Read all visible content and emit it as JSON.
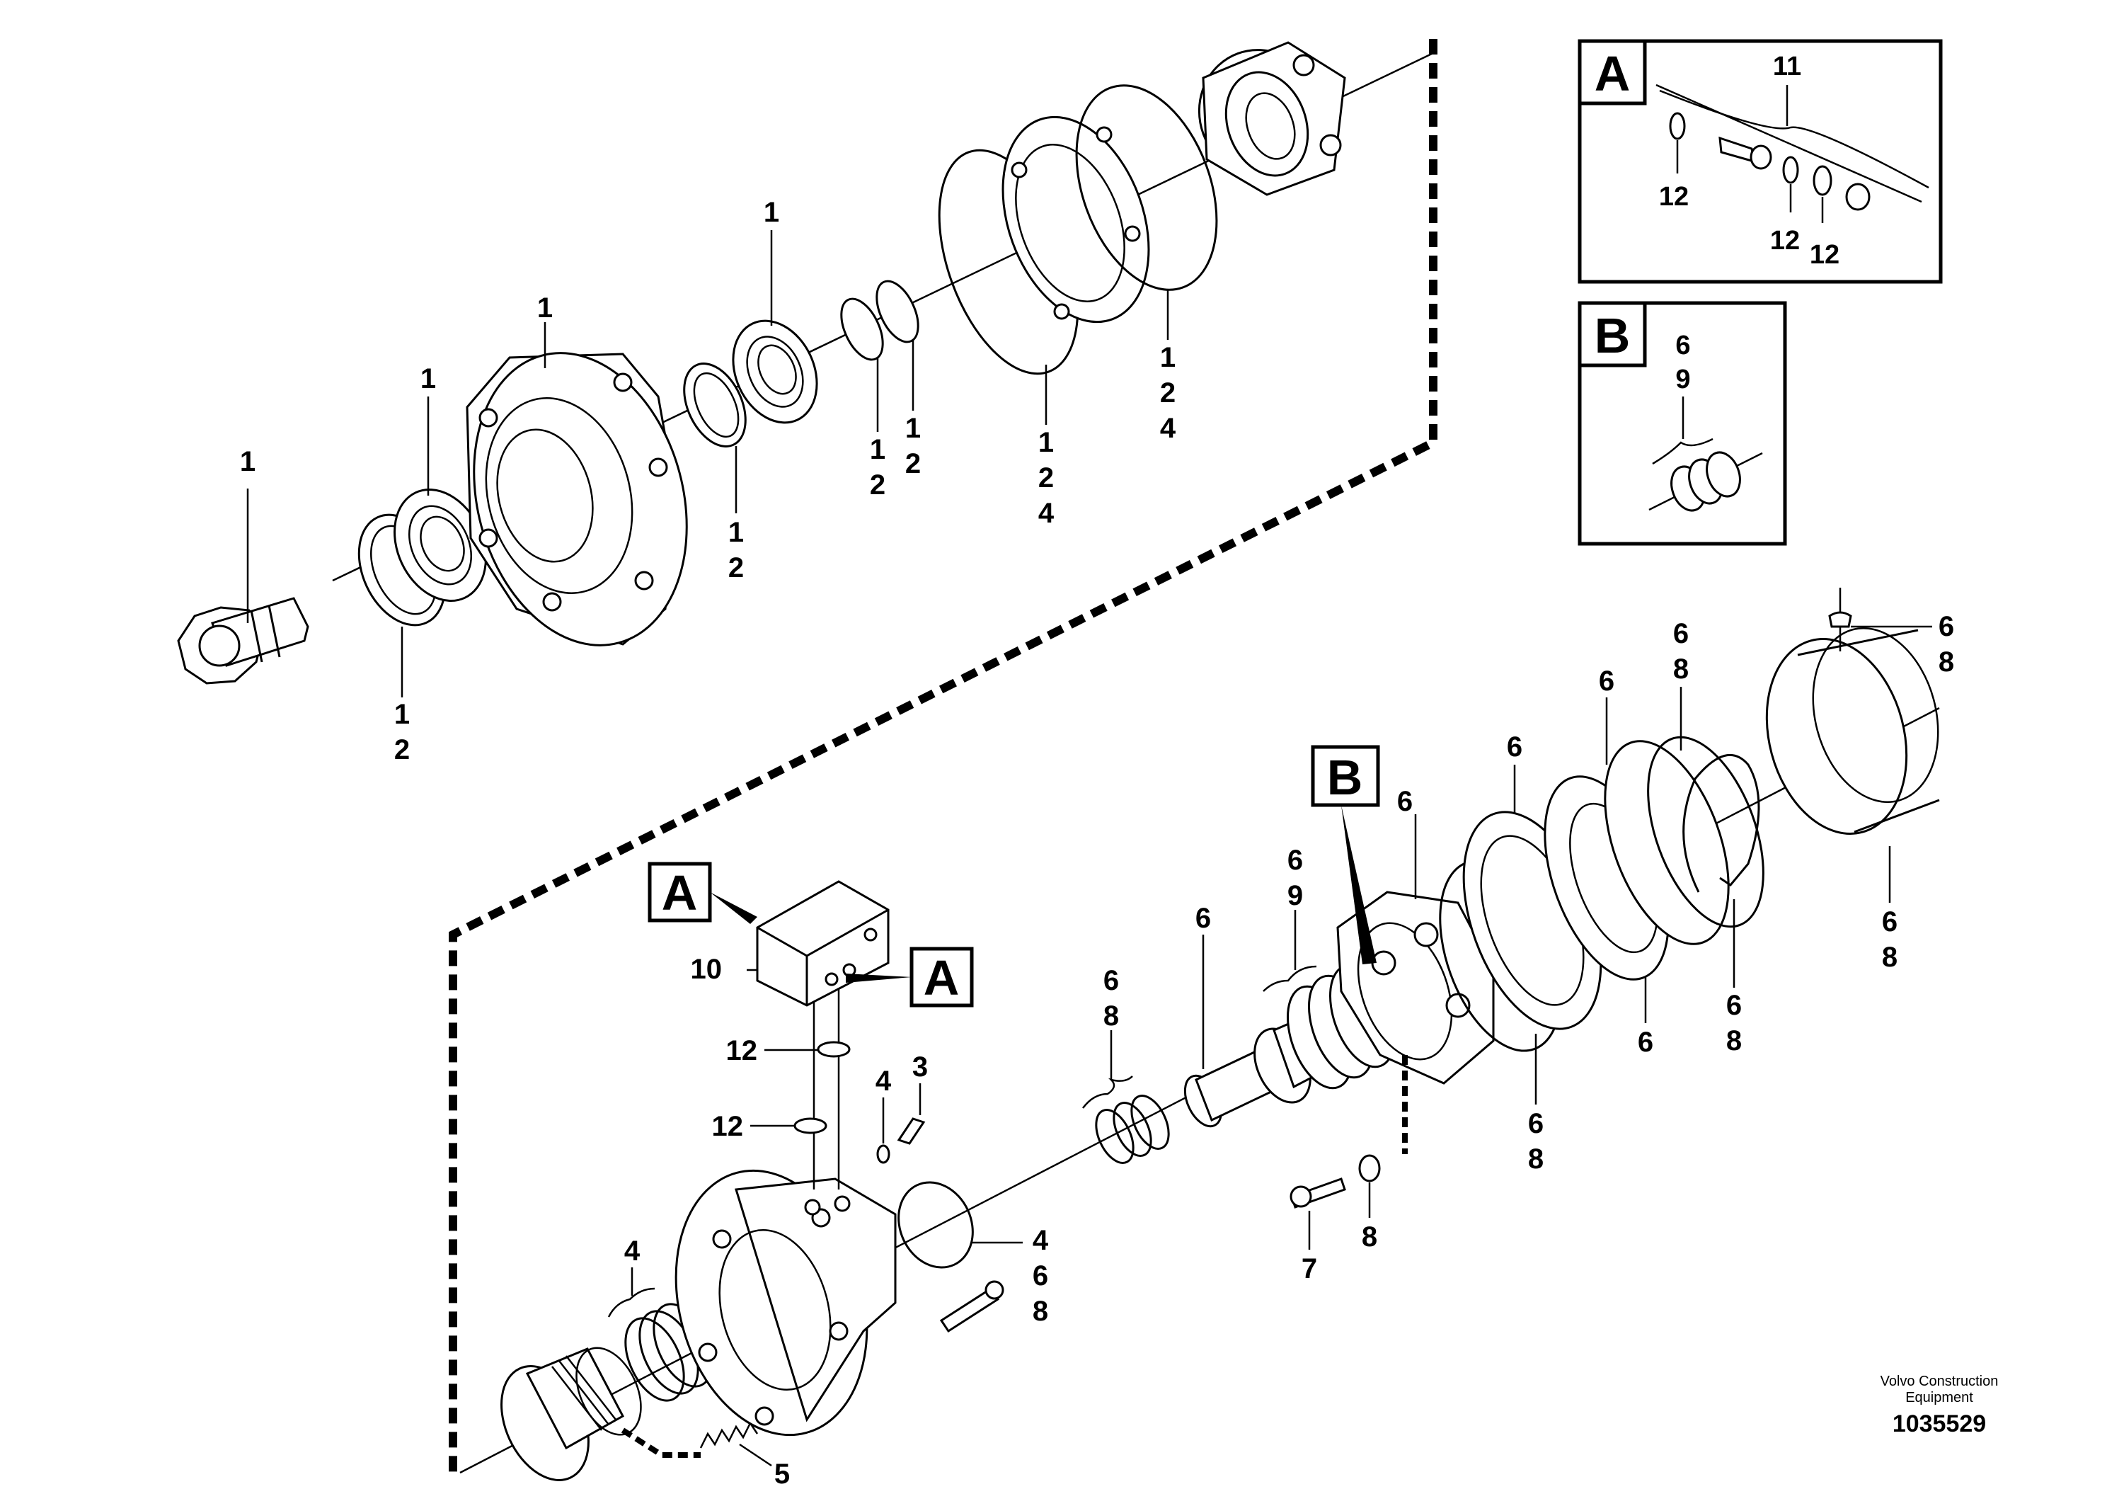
{
  "callouts": {
    "shaft_top": [
      "1"
    ],
    "seal_a": [
      "1",
      "2"
    ],
    "bearing_a": [
      "1"
    ],
    "housing": [
      "1"
    ],
    "seal_b": [
      "1",
      "2"
    ],
    "bearing_b": [
      "1"
    ],
    "ring_a": [
      "1",
      "2"
    ],
    "ring_b": [
      "1",
      "2"
    ],
    "ring_gear": [
      "1",
      "2",
      "4"
    ],
    "oring_large": [
      "1",
      "2",
      "4"
    ],
    "valve_block": [
      "10"
    ],
    "oring_12_upper": [
      "12"
    ],
    "oring_12_lower": [
      "12"
    ],
    "washer_4": [
      "4"
    ],
    "bolt_3": [
      "3"
    ],
    "spring_set": [
      "4"
    ],
    "spring_5": [
      "5"
    ],
    "oring_468": [
      "4",
      "6",
      "8"
    ],
    "seal_set_68": [
      "6",
      "8"
    ],
    "shaft_6": [
      "6"
    ],
    "rings_69": [
      "6",
      "9"
    ],
    "carrier_6": [
      "6"
    ],
    "bolt_7": [
      "7"
    ],
    "washer_8": [
      "8"
    ],
    "oring_68_a": [
      "6",
      "8"
    ],
    "plate_6_a": [
      "6"
    ],
    "ring_6_b": [
      "6"
    ],
    "oring_68_b": [
      "6",
      "8"
    ],
    "plate_6_c": [
      "6"
    ],
    "snapring_68": [
      "6",
      "8"
    ],
    "sleeve_68": [
      "6",
      "8"
    ],
    "plug_68": [
      "6",
      "8"
    ]
  },
  "letter_refs": {
    "A": "A",
    "B": "B"
  },
  "inset_a": {
    "letter": "A",
    "callout_top": "11",
    "callout_left": "12",
    "callout_mid": "12",
    "callout_right": "12"
  },
  "inset_b": {
    "letter": "B",
    "callout_top": "6",
    "callout_bottom": "9"
  },
  "footer": {
    "brand_line1": "Volvo Construction",
    "brand_line2": "Equipment",
    "figure_number": "1035529"
  }
}
